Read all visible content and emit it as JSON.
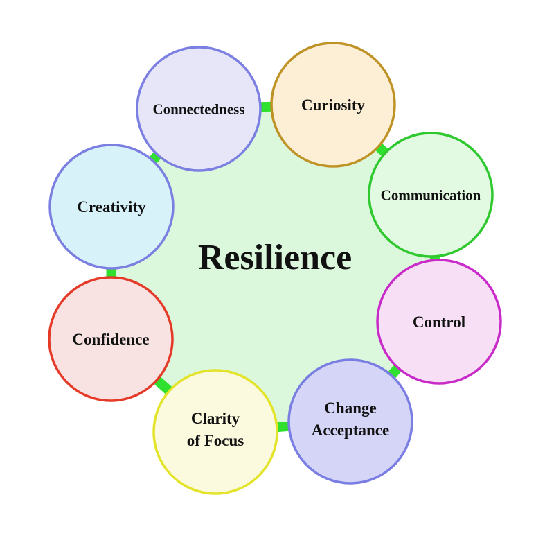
{
  "title": "Resilience",
  "colors": {
    "hub_fill": "#dcf8dc",
    "connector": "#2fe02f"
  },
  "nodes": [
    {
      "lines": [
        "Connectedness"
      ],
      "fill": "#e6e6f8",
      "stroke": "#7b7fe2"
    },
    {
      "lines": [
        "Curiosity"
      ],
      "fill": "#fcefd6",
      "stroke": "#bf9226"
    },
    {
      "lines": [
        "Communication"
      ],
      "fill": "#e2f9e2",
      "stroke": "#2fc82f"
    },
    {
      "lines": [
        "Control"
      ],
      "fill": "#f7e0f6",
      "stroke": "#c92bc9"
    },
    {
      "lines": [
        "Change",
        "Acceptance"
      ],
      "fill": "#d5d5f8",
      "stroke": "#7a7ee2"
    },
    {
      "lines": [
        "Clarity",
        "of Focus"
      ],
      "fill": "#fbf9de",
      "stroke": "#e3e32a"
    },
    {
      "lines": [
        "Confidence"
      ],
      "fill": "#f8e2e2",
      "stroke": "#e53a28"
    },
    {
      "lines": [
        "Creativity"
      ],
      "fill": "#d7f2f9",
      "stroke": "#7b7fe2"
    }
  ]
}
